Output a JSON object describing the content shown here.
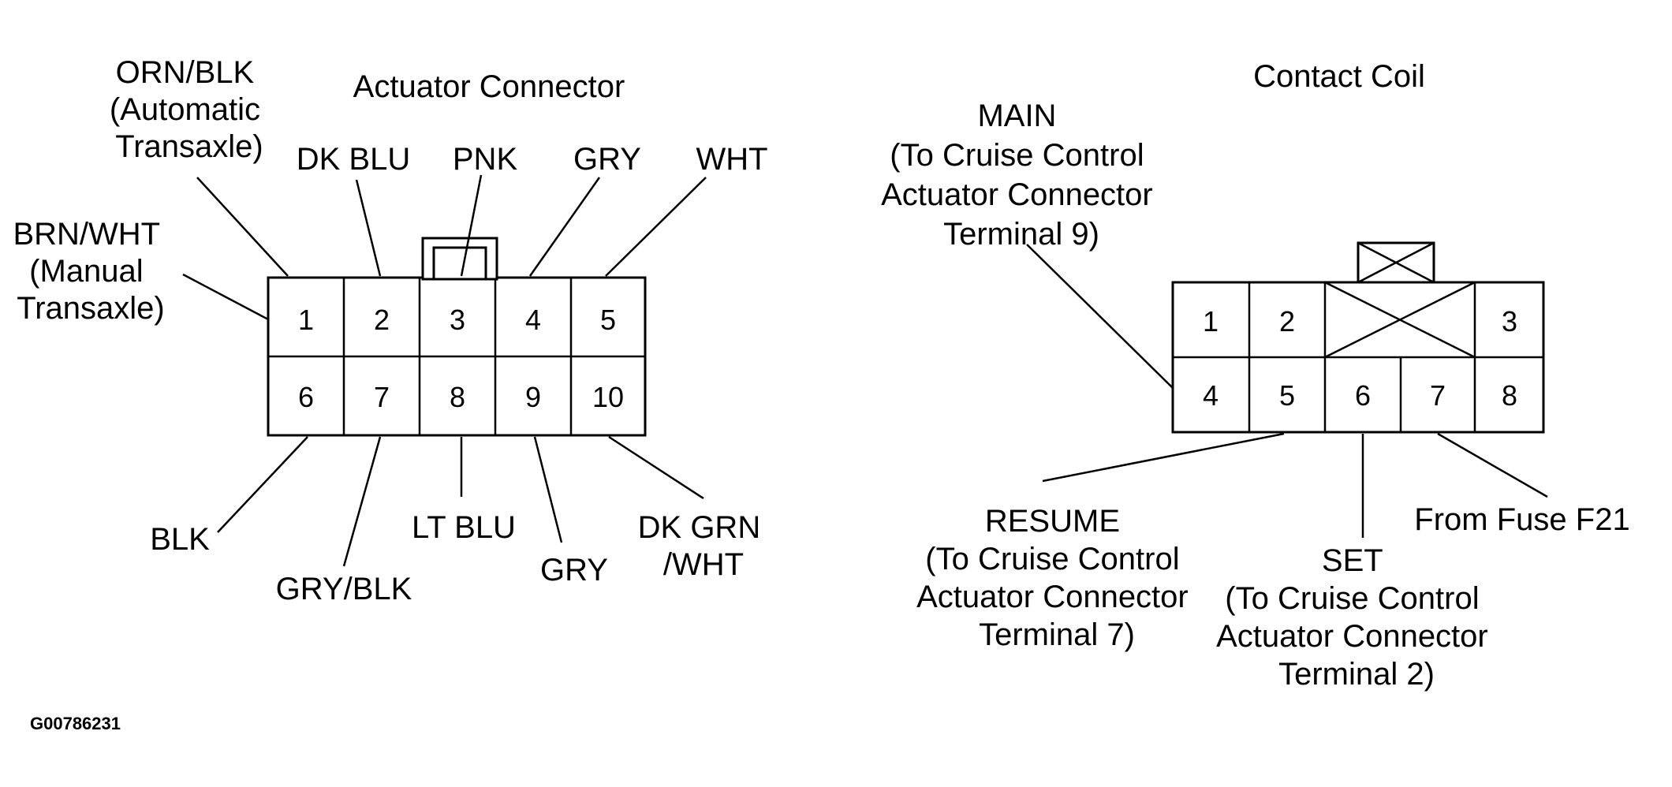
{
  "figure_id": "G00786231",
  "actuator": {
    "title": "Actuator Connector",
    "pins": [
      "1",
      "2",
      "3",
      "4",
      "5",
      "6",
      "7",
      "8",
      "9",
      "10"
    ],
    "labels": {
      "orn_blk": [
        "ORN/BLK",
        "(Automatic",
        "Transaxle)"
      ],
      "brn_wht": [
        "BRN/WHT",
        "(Manual",
        "Transaxle)"
      ],
      "dk_blu": "DK BLU",
      "pnk": "PNK",
      "gry_top": "GRY",
      "wht": "WHT",
      "blk": "BLK",
      "gry_blk": "GRY/BLK",
      "lt_blu": "LT BLU",
      "gry_bottom": "GRY",
      "dk_grn_wht": [
        "DK GRN",
        "/WHT"
      ]
    }
  },
  "contact_coil": {
    "title": "Contact Coil",
    "pins": [
      "1",
      "2",
      "3",
      "4",
      "5",
      "6",
      "7",
      "8"
    ],
    "labels": {
      "main": [
        "MAIN",
        "(To Cruise Control",
        "Actuator Connector",
        "Terminal 9)"
      ],
      "resume": [
        "RESUME",
        "(To Cruise Control",
        "Actuator Connector",
        "Terminal 7)"
      ],
      "set": [
        "SET",
        "(To Cruise Control",
        "Actuator Connector",
        "Terminal 2)"
      ],
      "fuse": "From Fuse F21"
    }
  }
}
